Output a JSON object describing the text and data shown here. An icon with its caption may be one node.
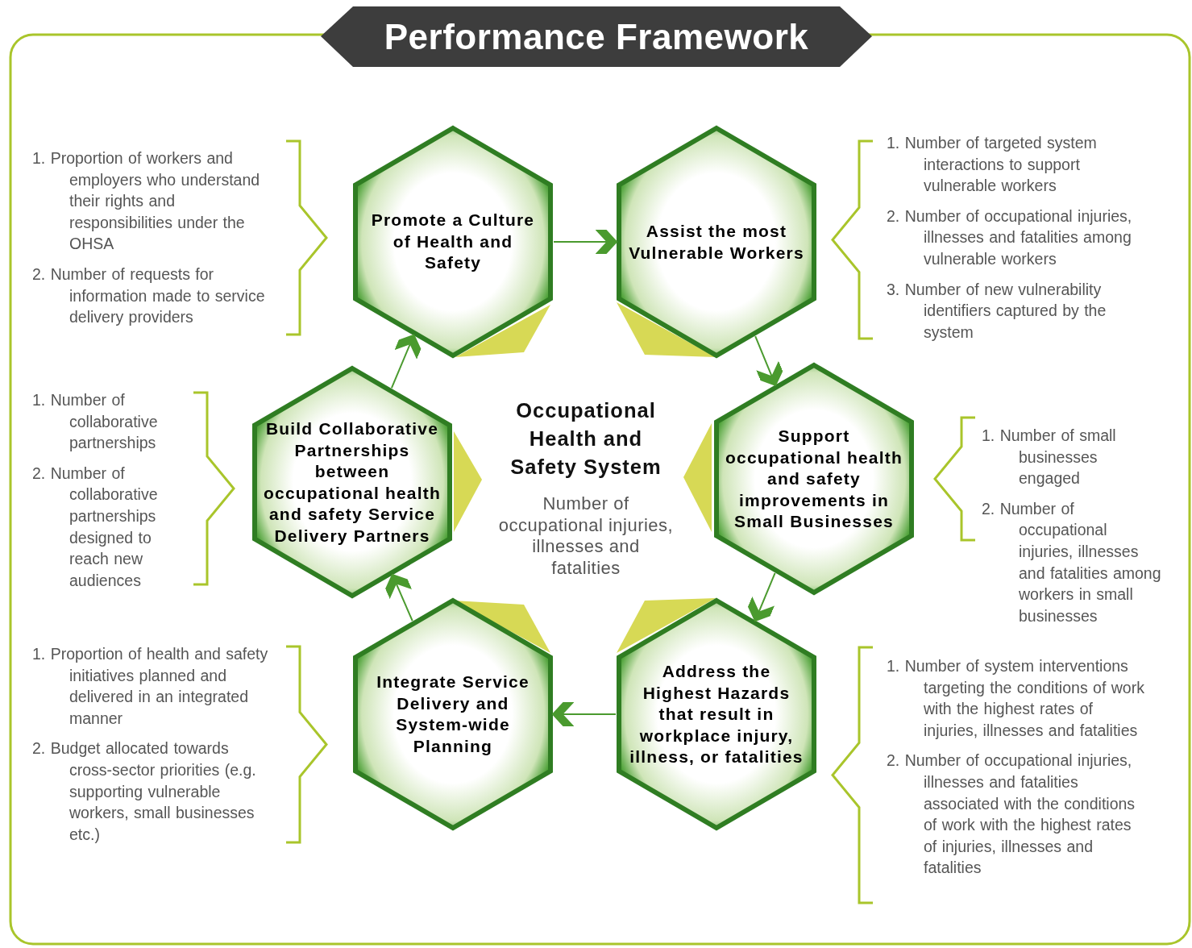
{
  "diagram": {
    "title": "Performance Framework",
    "nodes": [
      {
        "text": [
          "Promote a Culture of Health and Safety"
        ],
        "beside": [
          "1. Proportion of workers and employers who understand their rights and responsibilities under the OHSA",
          "2. Number of requests for information made to service delivery providers"
        ]
      },
      {
        "text": [
          "Assist the most Vulnerable Workers"
        ],
        "beside": [
          "1. Number of targeted system interactions to support vulnerable workers",
          "2. Number of occupational injuries, illnesses and fatalities among vulnerable workers",
          "3. Number of new vulnerability identifiers captured by the system"
        ]
      },
      {
        "text": [
          "Support occupational health and safety improvements in Small Businesses"
        ],
        "beside": [
          "1. Number of small businesses engaged",
          "2. Number of occupational injuries, illnesses and fatalities among workers in small businesses"
        ]
      },
      {
        "text": [
          "Address the Highest Hazards that result in workplace injury, illness, or fatalities"
        ],
        "beside": [
          "1. Number of system interventions targeting the conditions of work with the highest rates of injuries, illnesses and fatalities",
          "2. Number of occupational injuries, illnesses and fatalities associated with the conditions of work with the highest rates of injuries, illnesses and fatalities"
        ]
      },
      {
        "text": [
          "Integrate Service Delivery and System-wide Planning"
        ],
        "beside": [
          "1. Proportion of health and safety initiatives planned and delivered in an integrated manner",
          "2. Budget allocated towards cross-sector priorities (e.g. supporting vulnerable workers, small businesses etc.)"
        ]
      },
      {
        "text": [
          "Build Collaborative Partnerships between occupational health and safety Service Delivery Partners"
        ],
        "beside": [
          "1. Number of collaborative partnerships",
          "2. Number of collaborative partnerships designed to reach new audiences"
        ]
      }
    ],
    "edges": [
      {
        "from": 0,
        "to": 1,
        "arrow": "to"
      },
      {
        "from": 1,
        "to": 2,
        "arrow": "to"
      },
      {
        "from": 2,
        "to": 3,
        "arrow": "to"
      },
      {
        "from": 3,
        "to": 4,
        "arrow": "to"
      },
      {
        "from": 4,
        "to": 5,
        "arrow": "to"
      },
      {
        "from": 5,
        "to": 0,
        "arrow": "to"
      }
    ],
    "labels": [
      "Occupational Health and Safety System",
      "Number of occupational injuries, illnesses and fatalities"
    ]
  }
}
